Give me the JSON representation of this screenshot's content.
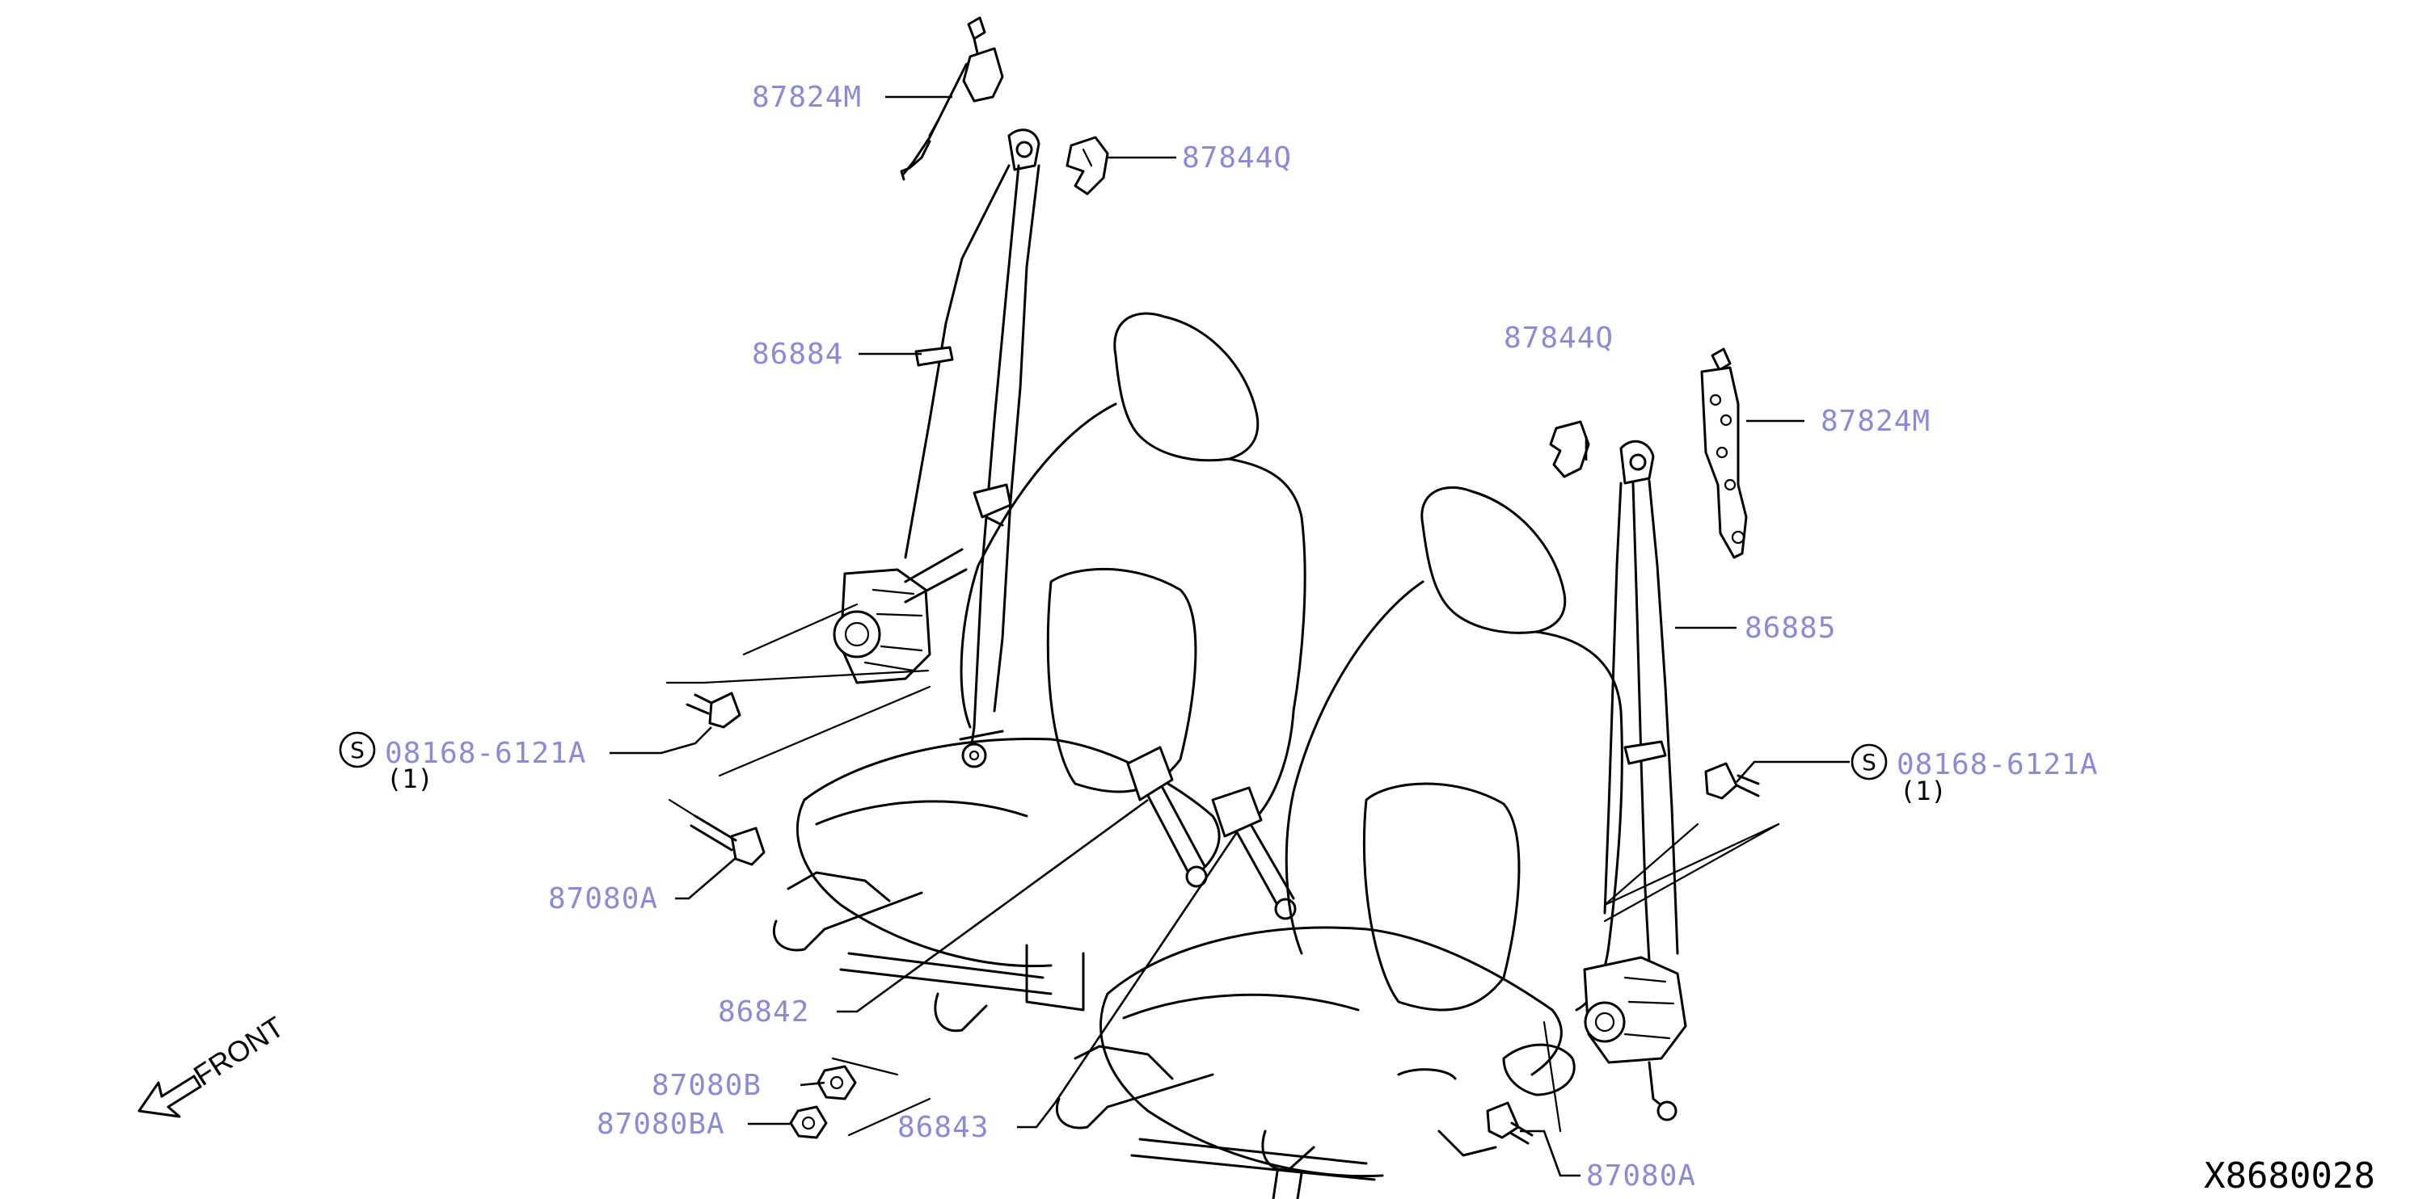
{
  "diagram_code": "X8680028",
  "direction_label": "FRONT",
  "labels": {
    "p87824M_left": "87824M",
    "p87844Q_left": "87844Q",
    "p86884": "86884",
    "s_bolt_left": "08168-6121A",
    "s_bolt_left_qty": "(1)",
    "p87080A_left": "87080A",
    "p86842": "86842",
    "p87080B": "87080B",
    "p87080BA": "87080BA",
    "p86843": "86843",
    "p87844Q_right": "87844Q",
    "p87824M_right": "87824M",
    "p86885": "86885",
    "s_bolt_right": "08168-6121A",
    "s_bolt_right_qty": "(1)",
    "p87080A_right": "87080A"
  },
  "standard_part_symbol": "S"
}
